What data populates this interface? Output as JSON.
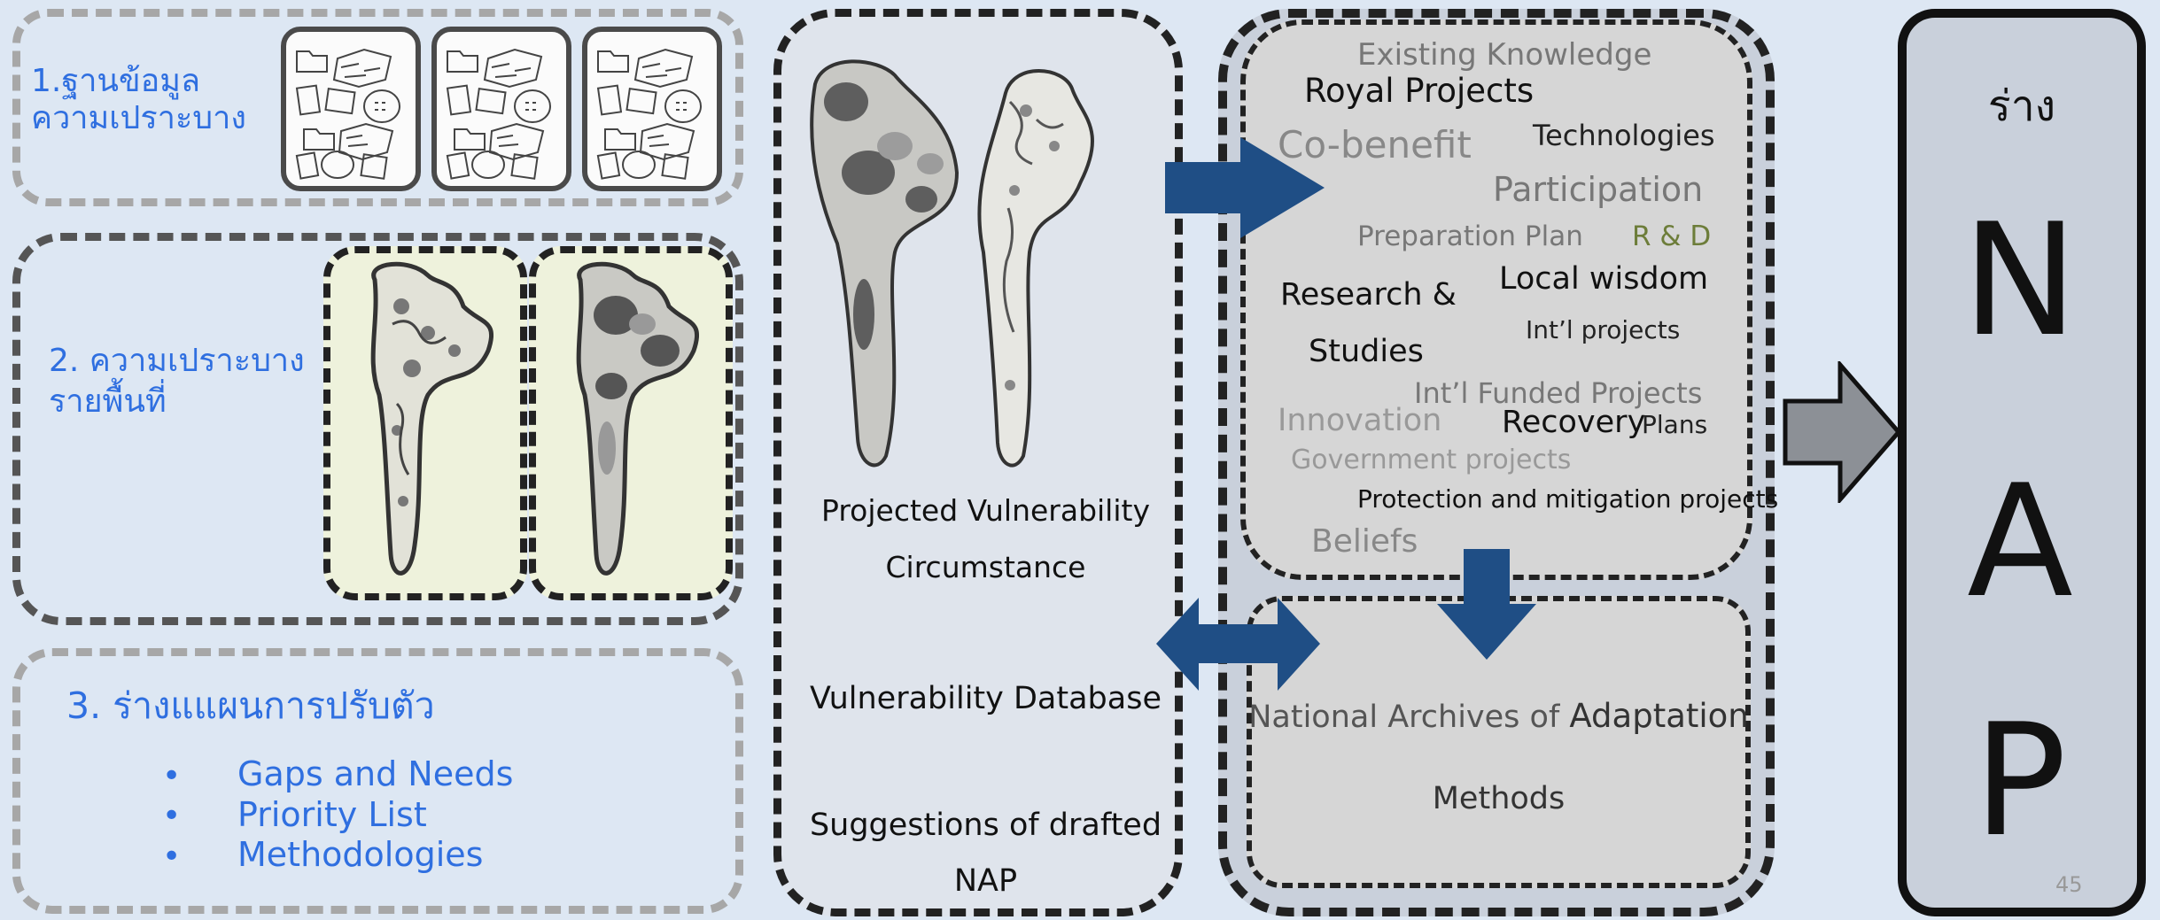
{
  "section1": {
    "line1": "1.ฐานข้อมูล",
    "line2": "ความเปราะบาง"
  },
  "section2": {
    "line1": "2. ความเปราะบาง",
    "line2": "รายพื้นที่"
  },
  "section3": {
    "title": "3. ร่างแแผนการปรับตัว",
    "bullet": "•",
    "items": [
      "Gaps and Needs",
      "Priority List",
      "Methodologies"
    ]
  },
  "middle": {
    "projected_line1": "Projected Vulnerability",
    "projected_line2": "Circumstance",
    "database": "Vulnerability Database",
    "suggestions_line1": "Suggestions of drafted",
    "suggestions_line2": "NAP"
  },
  "word_cloud": {
    "existing_knowledge": "Existing Knowledge",
    "royal_projects": "Royal Projects",
    "co_benefit": "Co-benefit",
    "technologies": "Technologies",
    "participation": "Participation",
    "preparation_plan": "Preparation Plan",
    "r_and_d": "R & D",
    "research": "Research &",
    "studies": "Studies",
    "local_wisdom": "Local wisdom",
    "intl_projects": "Int’l projects",
    "intl_funded": "Int’l Funded Projects",
    "innovation": "Innovation",
    "recovery": "Recovery",
    "plans": "Plans",
    "government": "Government projects",
    "protection": "Protection and mitigation projects",
    "beliefs": "Beliefs"
  },
  "archives": {
    "line1_prefix": "National Archives of ",
    "line1_emphasis": "Adaptation",
    "line2": "Methods"
  },
  "nap": {
    "top_label": "ร่าง",
    "letters": [
      "N",
      "A",
      "P"
    ]
  },
  "page_number": "45",
  "colors": {
    "background": "#dde7f3",
    "arrow_blue": "#1f4e85",
    "text_blue": "#2f6fe0",
    "arrow_gray": "#8c9096"
  },
  "icons": [
    "document-icon",
    "map-icon",
    "folder-icon",
    "chat-bubble-icon",
    "vulnerability-map-icon"
  ]
}
